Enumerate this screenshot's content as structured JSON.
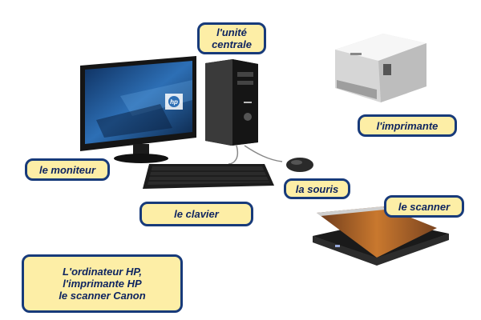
{
  "labels": {
    "central_unit": "l'unité\ncentrale",
    "printer": "l'imprimante",
    "monitor": "le moniteur",
    "mouse": "la souris",
    "keyboard": "le clavier",
    "scanner": "le scanner",
    "caption": "L'ordinateur HP,\nl'imprimante HP\nle scanner Canon"
  },
  "monitor_logo": "hp",
  "colors": {
    "label_fill": "#fdeea6",
    "label_border": "#173a7a",
    "label_text": "#0f2560",
    "screen_blue": "#2d6fb5"
  }
}
